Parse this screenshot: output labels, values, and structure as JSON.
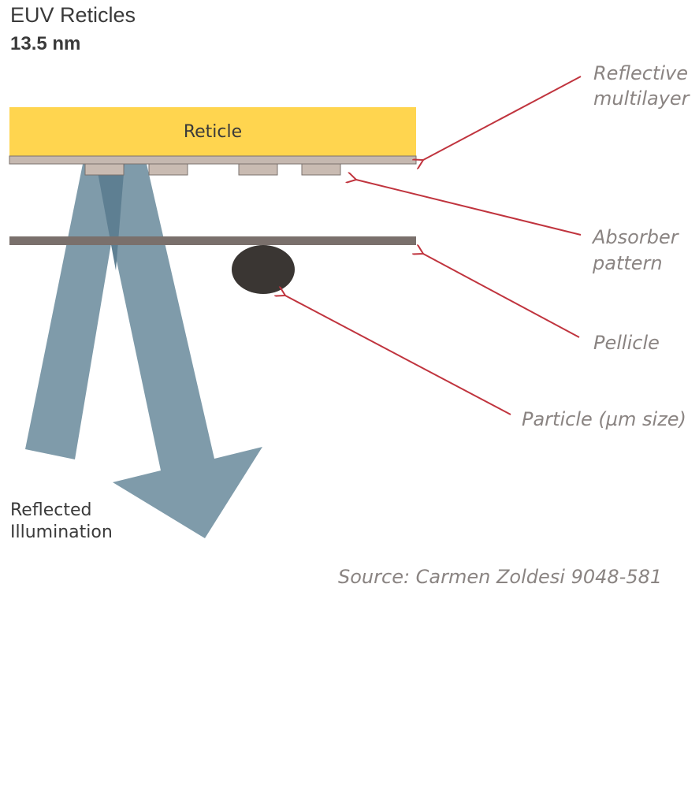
{
  "title": "EUV Reticles",
  "subtitle": "13.5 nm",
  "reticle_label": "Reticle",
  "reflected_label": [
    "Reflected",
    "Illumination"
  ],
  "callouts": {
    "reflective_multilayer": [
      "Reflective",
      "multilayer"
    ],
    "absorber_pattern": [
      "Absorber",
      "pattern"
    ],
    "pellicle": [
      "Pellicle"
    ],
    "particle": [
      "Particle (µm size)"
    ]
  },
  "source": "Source: Carmen Zoldesi 9048-581",
  "colors": {
    "reticle": "#FFD54F",
    "multilayer": "#C5B8B0",
    "absorber": "#C9BBB2",
    "pellicle": "#7A706C",
    "particle": "#3A3633",
    "beam": "#7F9BAA",
    "beam_overlap": "#5E7F92",
    "arrow": "#C0343E",
    "callout_text": "#8A8482",
    "label_text": "#3A3A3A",
    "source_text": "#8A8482"
  }
}
